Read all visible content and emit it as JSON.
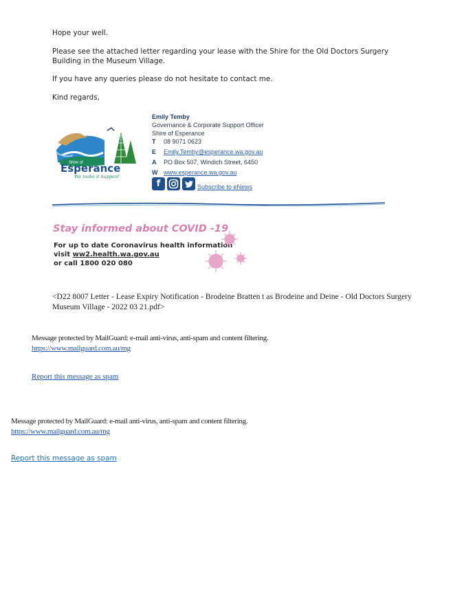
{
  "email": {
    "greeting": "Hope your well.",
    "body": "Please see the attached letter regarding your lease with the Shire for the Old Doctors Surgery Building in the Museum Village.",
    "queries": "If you have any queries please do not hesitate to contact me.",
    "signoff": "Kind regards,"
  },
  "signature": {
    "name": "Emily Temby",
    "title": "Governance & Corporate Support Officer",
    "org": "Shire of Esperance",
    "phone_key": "T",
    "phone": "08 9071 0623",
    "email_key": "E",
    "email": "Emily.Temby@esperance.wa.gov.au",
    "address_key": "A",
    "address": "PO Box 507, Windich Street, 6450",
    "web_key": "W",
    "web": "www.esperance.wa.gov.au",
    "enews": "Subscribe to eNews",
    "logo": {
      "shire_of": "Shire of",
      "name": "Esperance",
      "tagline": "We make it happen!"
    },
    "social_icons": [
      "facebook-icon",
      "instagram-icon",
      "twitter-icon"
    ],
    "brand_color": "#1d4f8c"
  },
  "covid": {
    "title": "Stay informed about COVID -19",
    "line1": "For up to date Coronavirus health information",
    "line2_prefix": "visit ",
    "line2_link": "ww2.health.wa.gov.au",
    "line3": "or call 1800 020 080",
    "accent": "#d87fb0"
  },
  "attachment": "<D22 8007 Letter - Lease Expiry Notification - Brodeine Bratten t as Brodeine and Deine - Old Doctors Surgery Museum Village - 2022 03 21.pdf>",
  "mailguard": [
    {
      "message": "Message protected by MailGuard: e-mail anti-virus, anti-spam and content filtering.",
      "link": "https://www.mailguard.com.au/mg",
      "report": "Report this message as spam"
    },
    {
      "message": "Message protected by MailGuard: e-mail anti-virus, anti-spam and content filtering.",
      "link": "https://www.mailguard.com.au/mg",
      "report": "Report this message as spam"
    }
  ]
}
